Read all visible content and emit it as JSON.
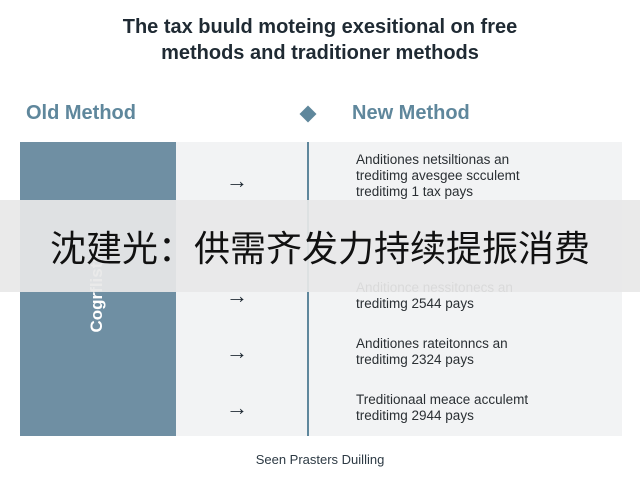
{
  "title_line1": "The tax buuld moteing exesitional on free",
  "title_line2": "methods and traditioner methods",
  "headers": {
    "old": "Old Method",
    "new": "New Method"
  },
  "vertical_label": "Cogrflistin",
  "arrow_glyph": "→",
  "entries": [
    {
      "line1": "Anditiones netsiltionas an",
      "line2": "treditimg avesgee scculemt",
      "line3": "treditimg 1 tax pays"
    },
    {
      "line1": "",
      "line2": "",
      "line3": ""
    },
    {
      "line1": "Anditionce nessitonecs an",
      "line2": "treditimg 2544 pays",
      "line3": ""
    },
    {
      "line1": "Anditiones rateitonncs an",
      "line2": "treditimg 2324 pays",
      "line3": ""
    },
    {
      "line1": "Treditionaal meace acculemt",
      "line2": "treditimg 2944 pays",
      "line3": ""
    }
  ],
  "overlay_text": "沈建光：供需齐发力持续提振消费",
  "footer": "Seen Prasters Duilling"
}
